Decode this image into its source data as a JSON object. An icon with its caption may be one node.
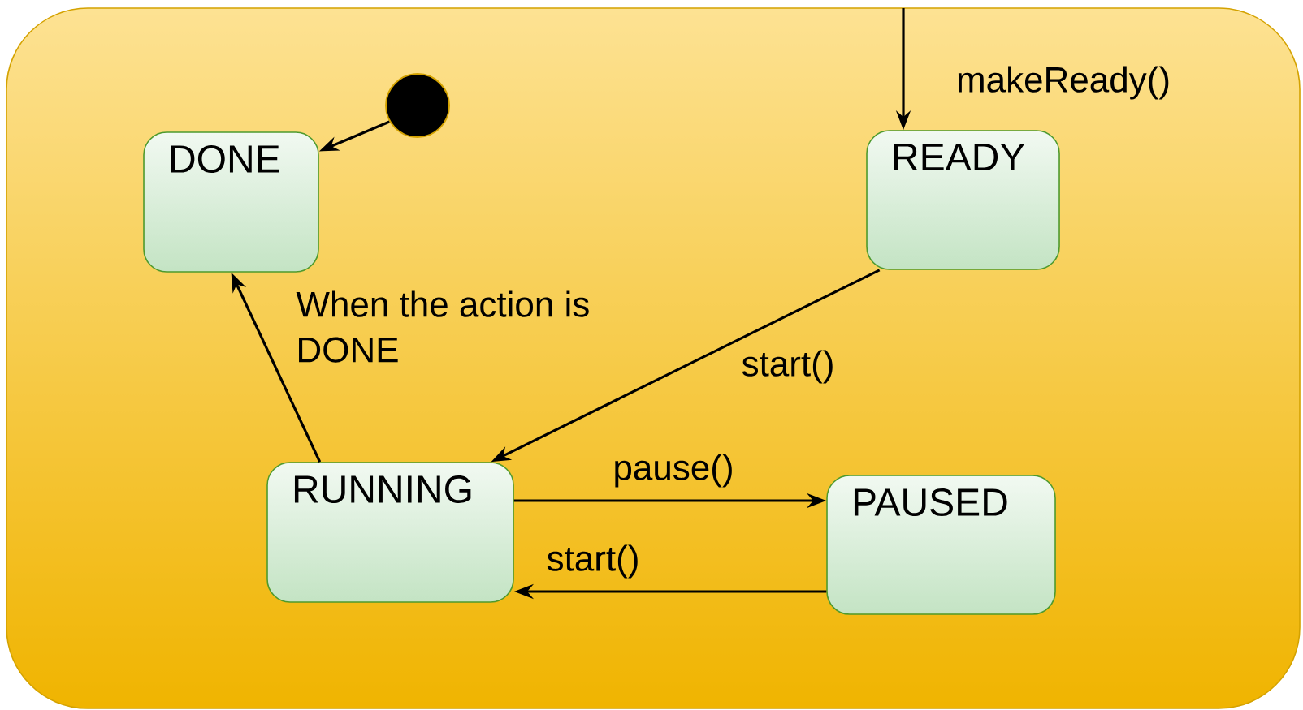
{
  "diagram": {
    "nodes": [
      {
        "text": [],
        "shape": "box"
      },
      {
        "text": [
          "DONE"
        ],
        "in": 0
      },
      {
        "text": [],
        "shape": "circle",
        "in": 0
      },
      {
        "text": [
          "READY"
        ],
        "in": 0
      },
      {
        "text": [
          "RUNNING"
        ],
        "in": 0
      },
      {
        "text": [
          "PAUSED"
        ],
        "in": 0
      }
    ],
    "edges": [
      {
        "from": null,
        "to": 3,
        "arrow": "to",
        "label": "makeReady()"
      },
      {
        "from": 2,
        "to": 1,
        "arrow": "to"
      },
      {
        "from": 3,
        "to": 4,
        "arrow": "to",
        "label": "start()"
      },
      {
        "from": 4,
        "to": 1,
        "arrow": "to",
        "label": "When the action is DONE"
      },
      {
        "from": 4,
        "to": 5,
        "arrow": "to",
        "label": "pause()"
      },
      {
        "from": 5,
        "to": 4,
        "arrow": "to",
        "label": "start()"
      }
    ]
  }
}
